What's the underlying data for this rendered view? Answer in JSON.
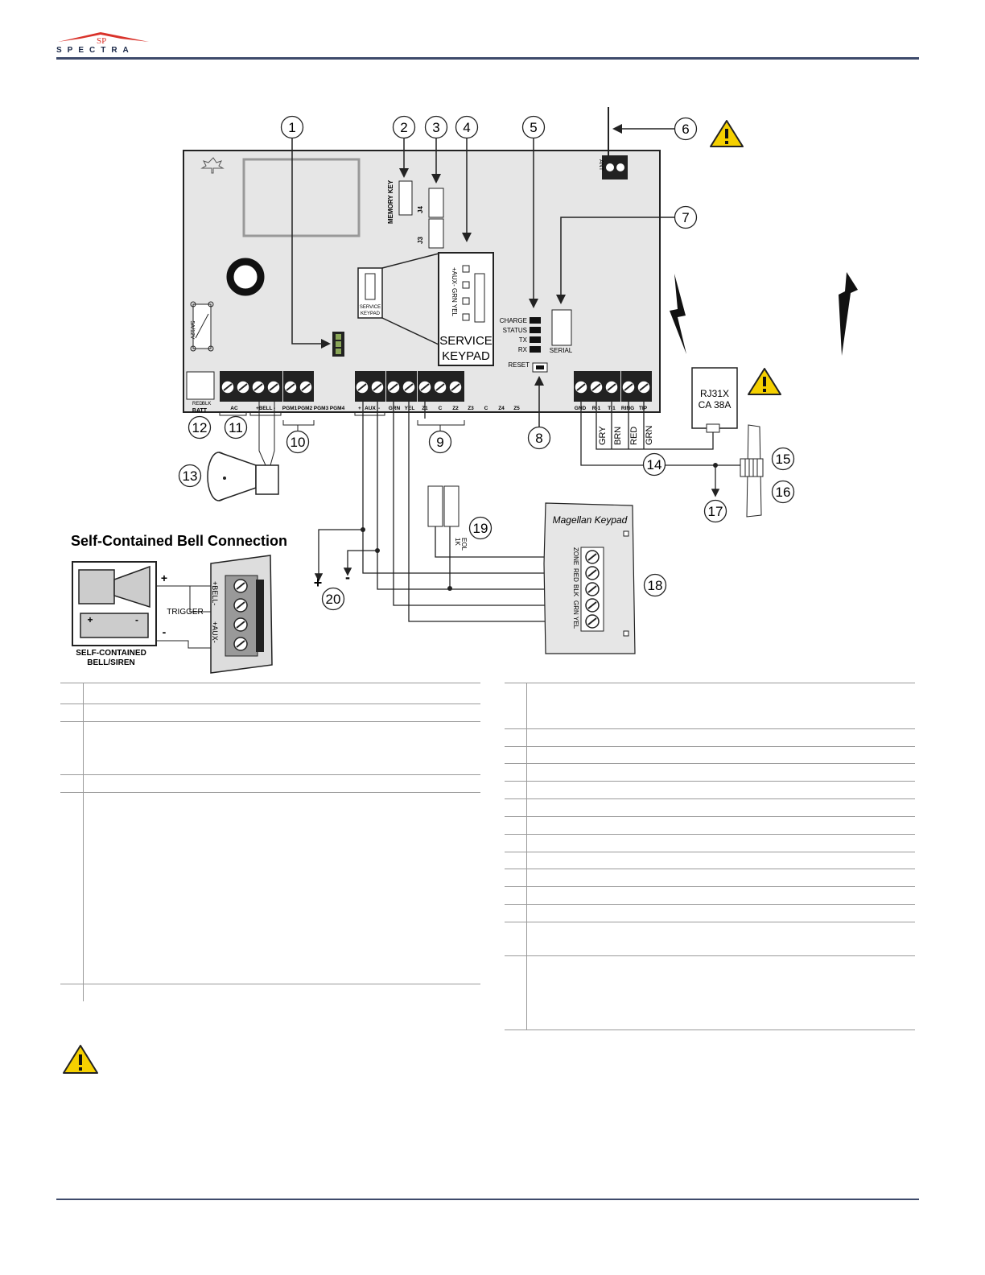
{
  "brand": {
    "logo_mark": "SP",
    "name": "SPECTRA"
  },
  "board": {
    "memory_key": "MEMORY KEY",
    "j4": "J4",
    "j3": "J3",
    "service_keypad_small": [
      "SERVICE",
      "KEYPAD"
    ],
    "service_keypad_large": [
      "SERVICE",
      "KEYPAD"
    ],
    "keypad_pins": "+AUX-  GRN  YEL",
    "leds": [
      "CHARGE",
      "STATUS",
      "TX",
      "RX"
    ],
    "reset": "RESET",
    "serial": "SERIAL",
    "fuse": "5A/12V",
    "ant": "ANT",
    "batt": {
      "red": "RED",
      "blk": "BLK",
      "label": "BATT"
    },
    "terminal_labels": {
      "ac": "AC",
      "bell": "BELL",
      "plus": "+",
      "minus": "-",
      "pgm1": "PGM1",
      "pgm2": "PGM2",
      "pgm3": "PGM3",
      "pgm4": "PGM4",
      "aux": "AUX",
      "grn": "GRN",
      "yel": "YEL",
      "z1": "Z1",
      "c1": "C",
      "z2": "Z2",
      "z3": "Z3",
      "c2": "C",
      "z4": "Z4",
      "z5": "Z5",
      "gnd": "GND",
      "r1": "R-1",
      "t1": "T-1",
      "ring": "RING",
      "tip": "TIP"
    }
  },
  "phone": {
    "jack": [
      "RJ31X",
      "CA 38A"
    ],
    "wires": [
      "GRY",
      "BRN",
      "RED",
      "GRN"
    ]
  },
  "keypad": {
    "title": "Magellan  Keypad",
    "terminals": [
      "ZONE",
      "RED",
      "BLK",
      "GRN",
      "YEL"
    ],
    "eol": [
      "1K",
      "EOL"
    ]
  },
  "bell_connection": {
    "title": "Self-Contained Bell Connection",
    "trigger": "TRIGGER",
    "device": [
      "SELF-CONTAINED",
      "BELL/SIREN"
    ],
    "bell_label": "+BELL-",
    "aux_label": "+AUX-",
    "plus": "+",
    "minus": "-"
  },
  "power_signs": {
    "plus": "+",
    "minus": "-"
  },
  "callouts": [
    "1",
    "2",
    "3",
    "4",
    "5",
    "6",
    "7",
    "8",
    "9",
    "10",
    "11",
    "12",
    "13",
    "14",
    "15",
    "16",
    "17",
    "18",
    "19",
    "20"
  ],
  "colors": {
    "rule": "#3e4a6b",
    "warning_fill": "#f5d000",
    "board_fill": "#e6e6e6",
    "logo_red": "#d9322a"
  }
}
